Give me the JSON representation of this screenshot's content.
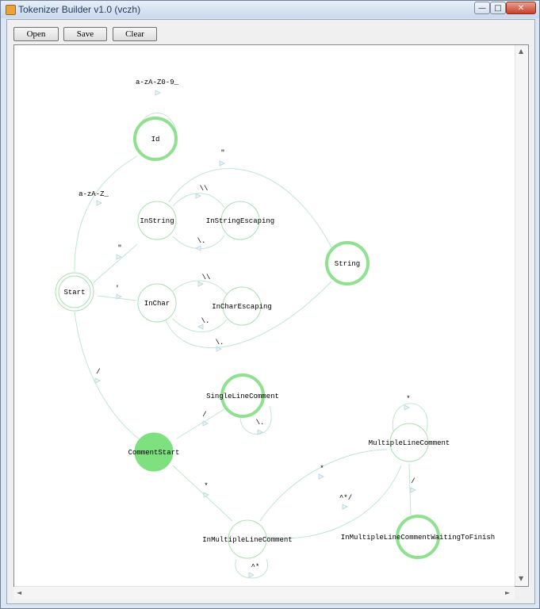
{
  "window": {
    "title": "Tokenizer Builder v1.0 (vczh)"
  },
  "titlebar_buttons": {
    "minimize": "—",
    "maximize": "□",
    "close": "✕"
  },
  "toolbar": {
    "open_label": "Open",
    "save_label": "Save",
    "clear_label": "Clear"
  },
  "colors": {
    "accept": "#8fe08f",
    "start_fill": "#7ee07e",
    "edge": "#bfe7cf",
    "node_border": "#a8e0b0"
  },
  "states": {
    "start": "Start",
    "id": "Id",
    "in_string": "InString",
    "in_string_escaping": "InStringEscaping",
    "string": "String",
    "in_char": "InChar",
    "in_char_escaping": "InCharEscaping",
    "comment_start": "CommentStart",
    "single_line_comment": "SingleLineComment",
    "multiple_line_comment": "MultipleLineComment",
    "in_multiple_line_comment": "InMultipleLineComment",
    "in_multiple_line_comment_waiting": "InMultipleLineCommentWaitingToFinish"
  },
  "edges": {
    "start_to_id": "a-zA-Z_",
    "id_loop": "a-zA-Z0-9_",
    "start_to_instring": "\"",
    "instring_to_string": "\"",
    "instring_escape": "\\\\",
    "instring_escape_back": "\\.",
    "start_to_inchar": "'",
    "inchar_escape": "\\\\",
    "inchar_escape_back": "\\.",
    "inchar_to_string": "\\.",
    "start_to_commentstart": "/",
    "commentstart_to_single": "/",
    "single_loop": "\\.",
    "commentstart_to_inmulti": "*",
    "inmulti_to_multi": "*",
    "multi_to_inmulti": "^*/",
    "multi_loop": "*",
    "multi_to_waiting": "/",
    "inmulti_loop": "^*"
  },
  "icons": {
    "app": "app-icon",
    "scroll_up": "▲",
    "scroll_down": "▼",
    "scroll_left": "◄",
    "scroll_right": "►"
  }
}
